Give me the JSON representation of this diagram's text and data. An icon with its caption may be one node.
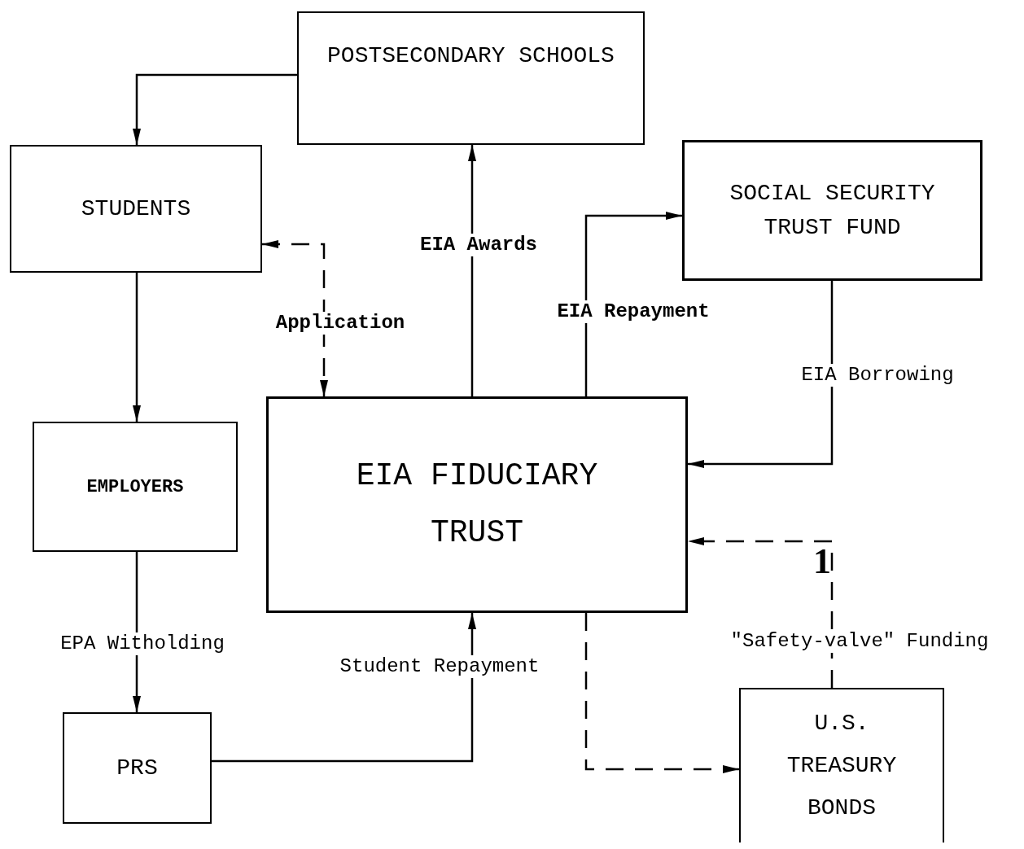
{
  "diagram": {
    "nodes": [
      {
        "text": [
          "POSTSECONDARY SCHOOLS"
        ]
      },
      {
        "text": [
          "STUDENTS"
        ]
      },
      {
        "text": [
          "SOCIAL SECURITY TRUST FUND"
        ]
      },
      {
        "text": [
          "EMPLOYERS"
        ]
      },
      {
        "text": [
          "EIA FIDUCIARY TRUST"
        ]
      },
      {
        "text": [
          "PRS"
        ]
      },
      {
        "text": [
          "U.S. TREASURY BONDS"
        ]
      }
    ],
    "edges": [
      {
        "from": 0,
        "to": 1,
        "arrow": "to"
      },
      {
        "from": 1,
        "to": 3,
        "arrow": "to"
      },
      {
        "from": 3,
        "to": 5,
        "arrow": "to",
        "label": "EPA Witholding"
      },
      {
        "from": 5,
        "to": 4,
        "arrow": "to",
        "label": "Student Repayment"
      },
      {
        "from": 4,
        "to": 0,
        "arrow": "to",
        "label": "EIA Awards"
      },
      {
        "from": 4,
        "to": 2,
        "arrow": "to",
        "label": "EIA Repayment"
      },
      {
        "from": 2,
        "to": 4,
        "arrow": "to",
        "label": "EIA Borrowing"
      },
      {
        "from": 6,
        "to": 4,
        "arrow": "to",
        "label": "\"Safety-valve\" Funding",
        "style": "dashed"
      },
      {
        "from": 4,
        "to": 6,
        "arrow": "to",
        "style": "dashed"
      },
      {
        "from": 1,
        "to": 4,
        "arrow": "both",
        "label": "Application",
        "style": "dashed"
      }
    ],
    "labels": [
      "1"
    ]
  }
}
